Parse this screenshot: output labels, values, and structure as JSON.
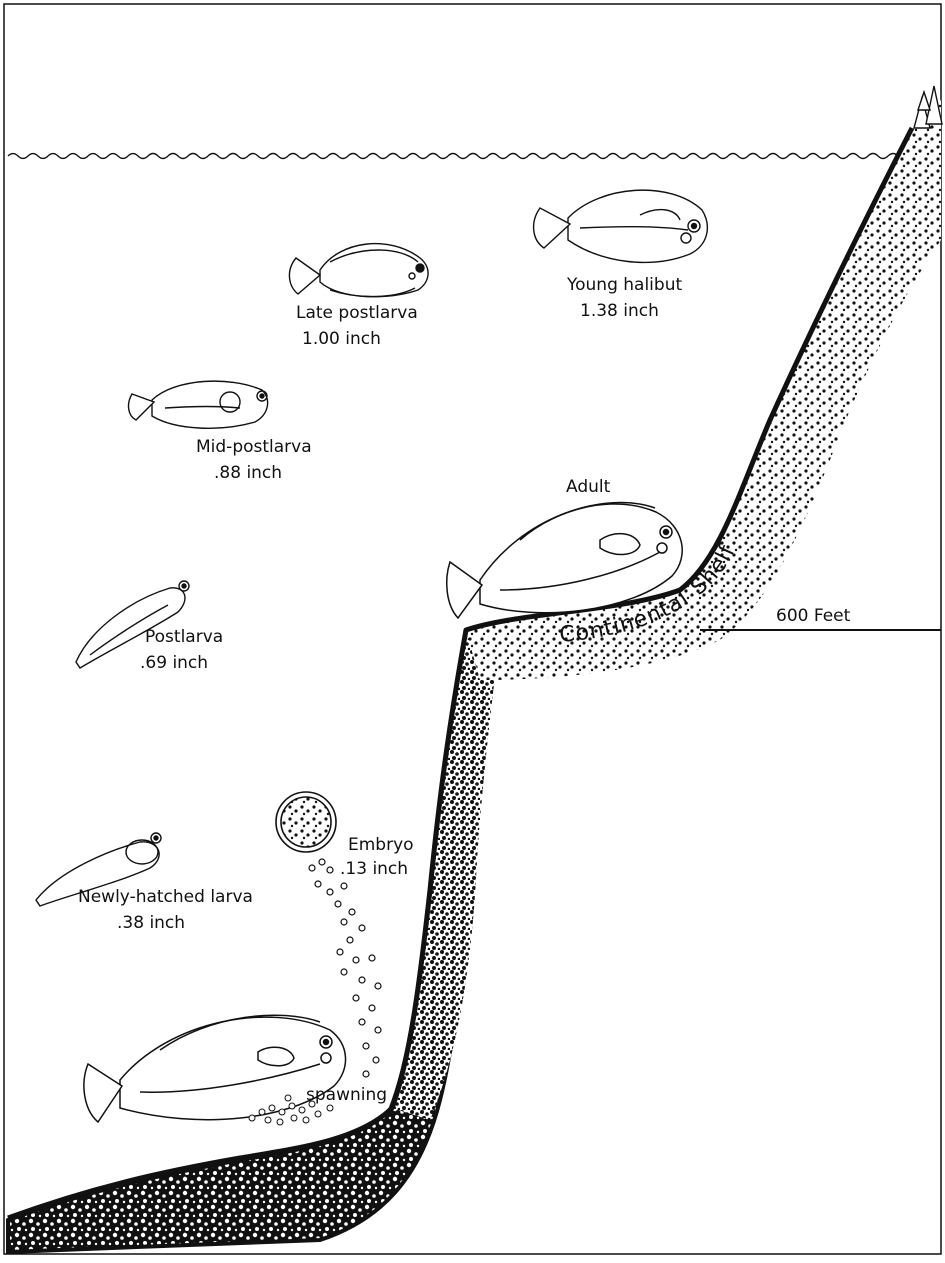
{
  "stages": {
    "late_postlarva": {
      "name": "Late postlarva",
      "size": "1.00 inch"
    },
    "young_halibut": {
      "name": "Young halibut",
      "size": "1.38 inch"
    },
    "mid_postlarva": {
      "name": "Mid-postlarva",
      "size": ".88 inch"
    },
    "postlarva": {
      "name": "Postlarva",
      "size": ".69 inch"
    },
    "embryo": {
      "name": "Embryo",
      "size": ".13 inch"
    },
    "newly_hatched": {
      "name": "Newly-hatched larva",
      "size": ".38 inch"
    },
    "adult": {
      "name": "Adult"
    }
  },
  "labels": {
    "spawning": "spawning",
    "continental": "Continental",
    "shelf": "Shelf",
    "depth": "600 Feet"
  }
}
